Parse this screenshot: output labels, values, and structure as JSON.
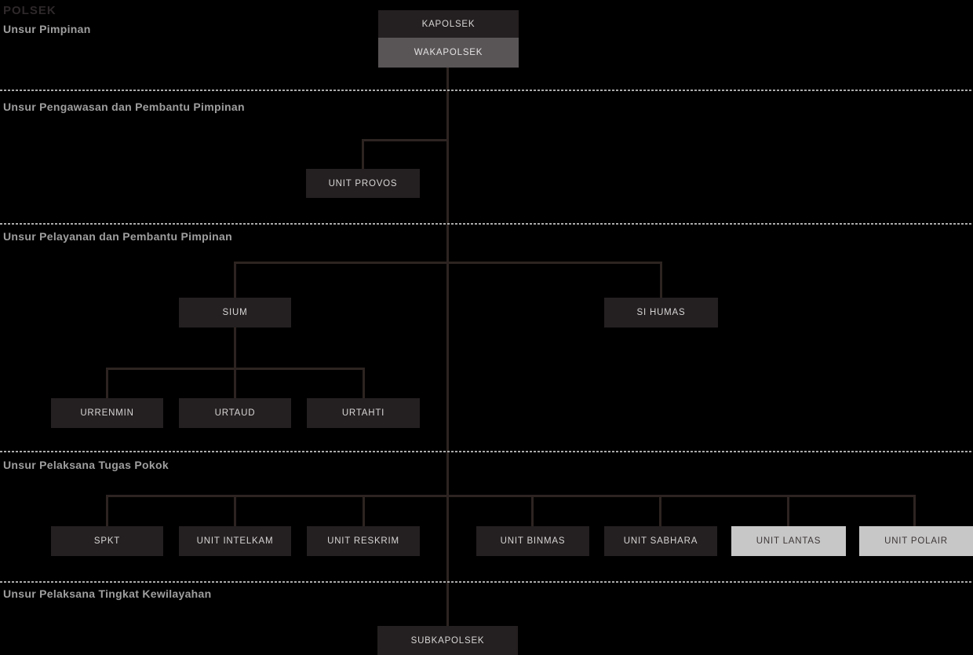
{
  "title": "POLSEK",
  "sections": [
    {
      "label": "Unsur Pimpinan"
    },
    {
      "label": "Unsur Pengawasan dan Pembantu Pimpinan"
    },
    {
      "label": "Unsur Pelayanan dan Pembantu Pimpinan"
    },
    {
      "label": "Unsur Pelaksana Tugas Pokok"
    },
    {
      "label": "Unsur Pelaksana Tingkat Kewilayahan"
    }
  ],
  "nodes": {
    "kapolsek": {
      "label": "KAPOLSEK"
    },
    "wakapolsek": {
      "label": "WAKAPOLSEK"
    },
    "unit_provos": {
      "label": "UNIT PROVOS"
    },
    "sium": {
      "label": "SIUM"
    },
    "si_humas": {
      "label": "SI HUMAS"
    },
    "urrenmin": {
      "label": "URRENMIN"
    },
    "urtaud": {
      "label": "URTAUD"
    },
    "urtahti": {
      "label": "URTAHTI"
    },
    "spkt": {
      "label": "SPKT"
    },
    "unit_intelkam": {
      "label": "UNIT INTELKAM"
    },
    "unit_reskrim": {
      "label": "UNIT RESKRIM"
    },
    "unit_binmas": {
      "label": "UNIT BINMAS"
    },
    "unit_sabhara": {
      "label": "UNIT SABHARA"
    },
    "unit_lantas": {
      "label": "UNIT LANTAS"
    },
    "unit_polair": {
      "label": "UNIT POLAIR"
    },
    "subkapolsek": {
      "label": "SUBKAPOLSEK"
    }
  },
  "colors": {
    "background": "#000000",
    "node_dark": "#241f20",
    "node_grey": "#595456",
    "node_light": "#c8c7c7",
    "node_dark_text": "#d8d6d6",
    "node_light_text": "#3c3637",
    "connector": "#2d2421",
    "divider": "#ababab",
    "section_label": "#9f9fa0",
    "title_text": "#2e282a"
  }
}
